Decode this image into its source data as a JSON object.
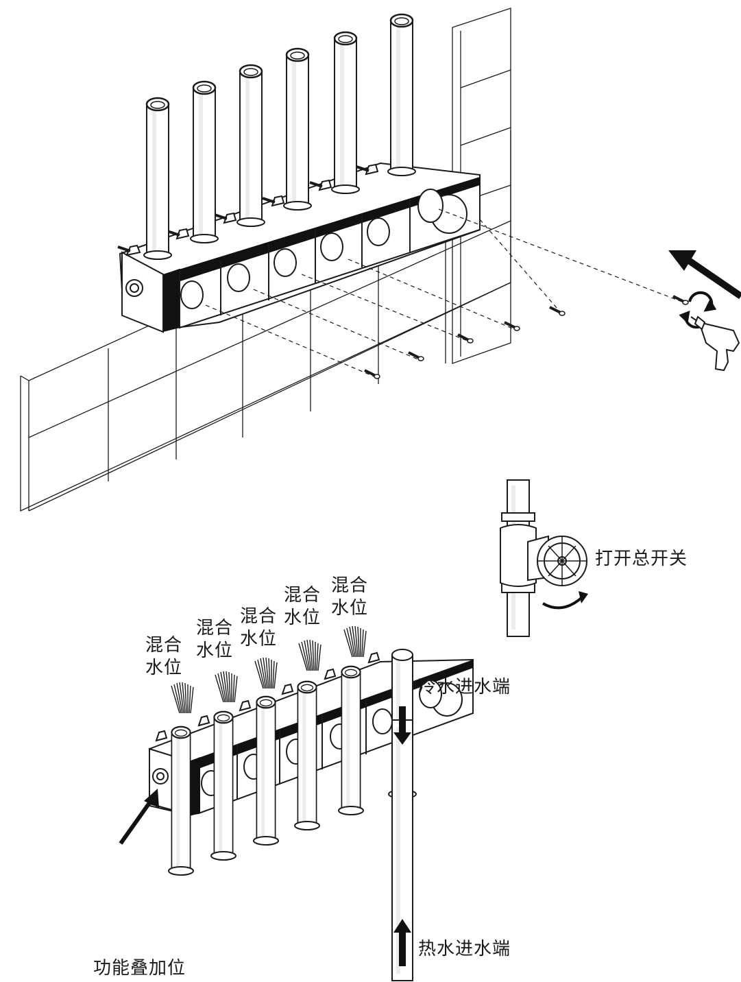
{
  "labels": {
    "main_switch": "打开总开关",
    "cold_inlet": "冷水进水端",
    "hot_inlet": "热水进水端",
    "function_position": "功能叠加位"
  },
  "mixing_positions": [
    {
      "line1": "混合",
      "line2": "水位"
    },
    {
      "line1": "混合",
      "line2": "水位"
    },
    {
      "line1": "混合",
      "line2": "水位"
    },
    {
      "line1": "混合",
      "line2": "水位"
    },
    {
      "line1": "混合",
      "line2": "水位"
    }
  ],
  "colors": {
    "line": "#1a1a1a",
    "fill": "#ffffff",
    "band": "#111111",
    "pipe_shade": "#e9e9e9"
  },
  "icons": [
    "screw-icon",
    "drill-icon",
    "rotate-arrows-icon",
    "direction-arrow-icon",
    "valve-icon",
    "water-spray-icon",
    "flow-arrow-icon"
  ]
}
